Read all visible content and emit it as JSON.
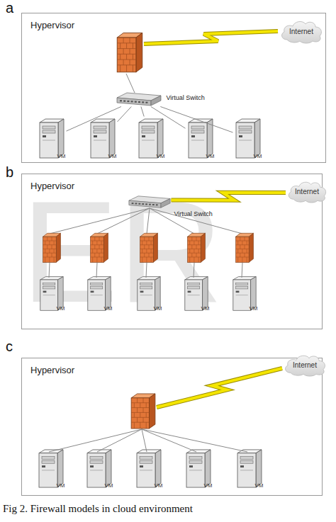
{
  "diagram": {
    "caption": "Fig 2. Firewall models in cloud environment",
    "nodes": [
      {
        "text": [
          "Hypervisor"
        ]
      },
      {
        "text": [
          "Internet"
        ]
      },
      {
        "text": [
          "Virtual Switch"
        ],
        "in": 0
      },
      {
        "text": [
          "VM"
        ],
        "in": 0
      },
      {
        "text": [
          "VM"
        ],
        "in": 0
      },
      {
        "text": [
          "VM"
        ],
        "in": 0
      },
      {
        "text": [
          "VM"
        ],
        "in": 0
      },
      {
        "text": [
          "VM"
        ],
        "in": 0
      },
      {
        "text": [
          "Hypervisor"
        ]
      },
      {
        "text": [
          "Internet"
        ]
      },
      {
        "text": [
          "Virtual Switch"
        ],
        "in": 8
      },
      {
        "text": [
          "VM"
        ],
        "in": 8
      },
      {
        "text": [
          "VM"
        ],
        "in": 8
      },
      {
        "text": [
          "VM"
        ],
        "in": 8
      },
      {
        "text": [
          "VM"
        ],
        "in": 8
      },
      {
        "text": [
          "VM"
        ],
        "in": 8
      },
      {
        "text": [
          "Hypervisor"
        ]
      },
      {
        "text": [
          "Internet"
        ]
      },
      {
        "text": [
          "VM"
        ],
        "in": 16
      },
      {
        "text": [
          "VM"
        ],
        "in": 16
      },
      {
        "text": [
          "VM"
        ],
        "in": 16
      },
      {
        "text": [
          "VM"
        ],
        "in": 16
      },
      {
        "text": [
          "VM"
        ],
        "in": 16
      }
    ],
    "edges": [
      {
        "from": 2,
        "to": 3,
        "arrow": "none"
      },
      {
        "from": 2,
        "to": 4,
        "arrow": "none"
      },
      {
        "from": 2,
        "to": 5,
        "arrow": "none"
      },
      {
        "from": 2,
        "to": 6,
        "arrow": "none"
      },
      {
        "from": 2,
        "to": 7,
        "arrow": "none"
      },
      {
        "from": 10,
        "to": 9,
        "arrow": "none"
      }
    ],
    "labels": [
      "a",
      "b",
      "c",
      "ER"
    ]
  }
}
